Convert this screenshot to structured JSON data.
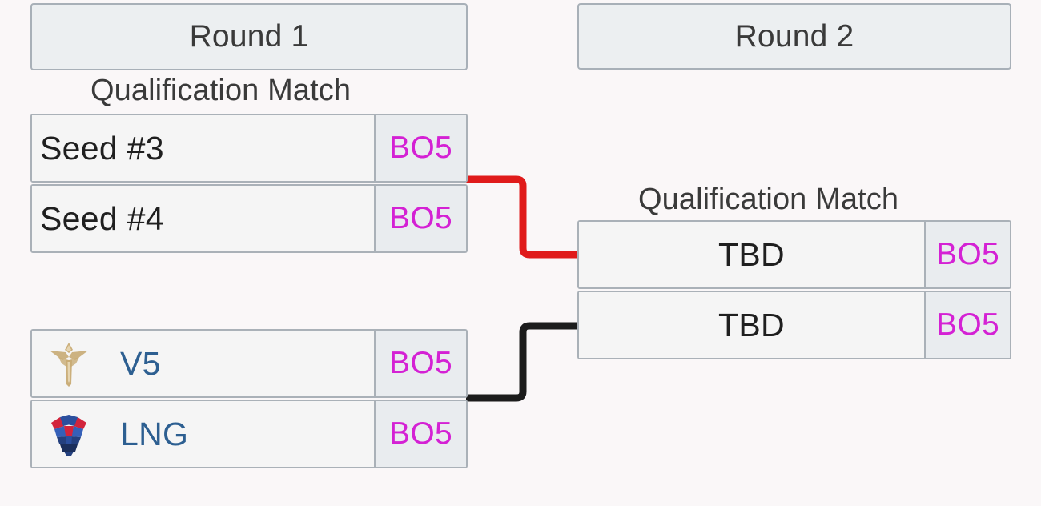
{
  "background_color": "#faf7f8",
  "accent_colors": {
    "bo5_text": "#d421d4",
    "team_name_text": "#2d5f91",
    "connector_upper": "#e01b1b",
    "connector_lower": "#1c1c1c",
    "box_border": "#aab1b8",
    "header_fill": "#eceff1",
    "bo_cell_fill": "#e9ecef"
  },
  "rounds": [
    {
      "id": "round-1",
      "header_label": "Round 1",
      "matches": [
        {
          "id": "r1-qualification-match",
          "caption": "Qualification Match",
          "rows": [
            {
              "team": "Seed #3",
              "format": "BO5",
              "logo": null,
              "align": "left"
            },
            {
              "team": "Seed #4",
              "format": "BO5",
              "logo": null,
              "align": "left"
            }
          ]
        },
        {
          "id": "r1-team-match",
          "caption": "",
          "rows": [
            {
              "team": "V5",
              "format": "BO5",
              "logo": "v5-logo",
              "align": "left"
            },
            {
              "team": "LNG",
              "format": "BO5",
              "logo": "lng-logo",
              "align": "left"
            }
          ]
        }
      ]
    },
    {
      "id": "round-2",
      "header_label": "Round 2",
      "matches": [
        {
          "id": "r2-qualification-match",
          "caption": "Qualification Match",
          "rows": [
            {
              "team": "TBD",
              "format": "BO5",
              "logo": null,
              "align": "center"
            },
            {
              "team": "TBD",
              "format": "BO5",
              "logo": null,
              "align": "center"
            }
          ]
        }
      ]
    }
  ],
  "connectors": [
    {
      "id": "upper-connector",
      "color": "#e01b1b",
      "from_match": "r1-qualification-match",
      "to_match": "r2-qualification-match",
      "to_row": 0
    },
    {
      "id": "lower-connector",
      "color": "#1c1c1c",
      "from_match": "r1-team-match",
      "to_match": "r2-qualification-match",
      "to_row": 1
    }
  ],
  "icons": {
    "v5_logo_name": "v5-team-logo-icon",
    "lng_logo_name": "lng-team-logo-icon"
  }
}
